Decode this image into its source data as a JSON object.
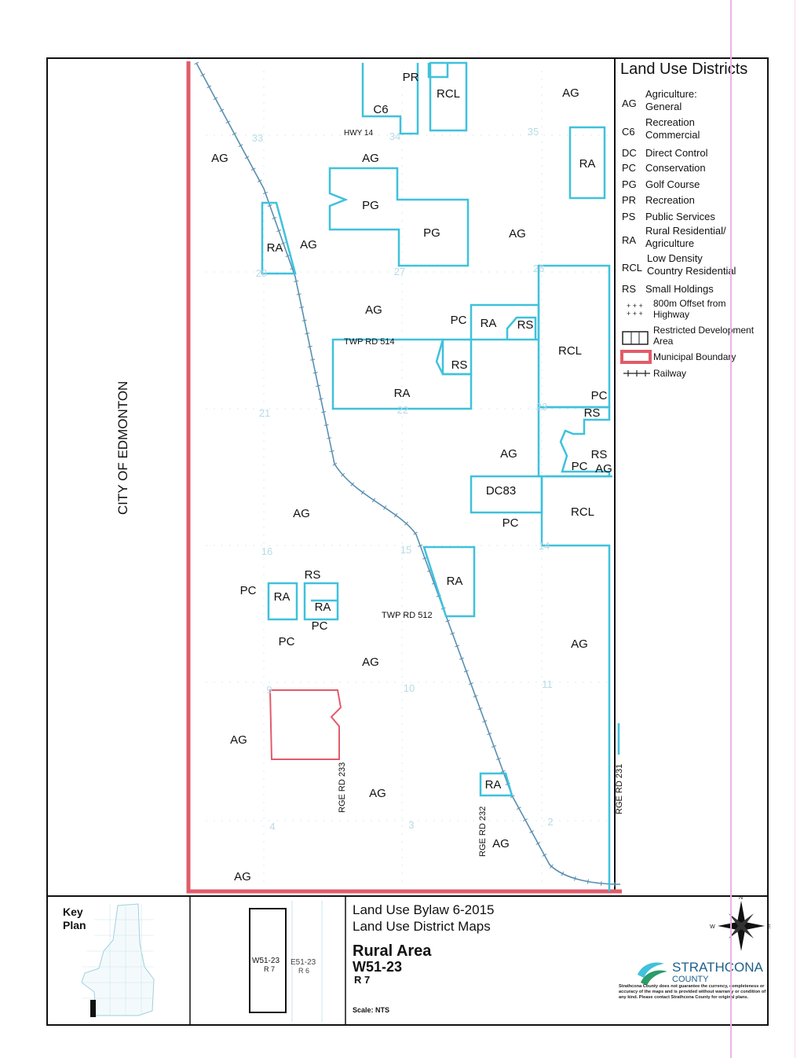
{
  "map": {
    "side_label": "CITY OF EDMONTON",
    "zones": [
      {
        "id": "z-pr",
        "label": "PR"
      },
      {
        "id": "z-rcl-top",
        "label": "RCL"
      },
      {
        "id": "z-c6",
        "label": "C6"
      },
      {
        "id": "z-ag-top-right",
        "label": "AG"
      },
      {
        "id": "z-ra-top-right",
        "label": "RA"
      },
      {
        "id": "z-ag-left-top",
        "label": "AG"
      },
      {
        "id": "z-ag-center-top",
        "label": "AG"
      },
      {
        "id": "z-pg-1",
        "label": "PG"
      },
      {
        "id": "z-pg-2",
        "label": "PG"
      },
      {
        "id": "z-ag-right-mid",
        "label": "AG"
      },
      {
        "id": "z-ra-small",
        "label": "RA"
      },
      {
        "id": "z-ag-small",
        "label": "AG"
      },
      {
        "id": "z-ag-center-mid",
        "label": "AG"
      },
      {
        "id": "z-pc-1",
        "label": "PC"
      },
      {
        "id": "z-ra-2",
        "label": "RA"
      },
      {
        "id": "z-rs-1",
        "label": "RS"
      },
      {
        "id": "z-rcl-mid",
        "label": "RCL"
      },
      {
        "id": "z-rs-2",
        "label": "RS"
      },
      {
        "id": "z-ra-big",
        "label": "RA"
      },
      {
        "id": "z-pc-2",
        "label": "PC"
      },
      {
        "id": "z-rs-3",
        "label": "RS"
      },
      {
        "id": "z-ag-center-low",
        "label": "AG"
      },
      {
        "id": "z-rs-4",
        "label": "RS"
      },
      {
        "id": "z-pc-3",
        "label": "PC"
      },
      {
        "id": "z-ag-tiny",
        "label": "AG"
      },
      {
        "id": "z-dc83",
        "label": "DC83"
      },
      {
        "id": "z-pc-4",
        "label": "PC"
      },
      {
        "id": "z-rcl-low",
        "label": "RCL"
      },
      {
        "id": "z-ag-left-mid",
        "label": "AG"
      },
      {
        "id": "z-ra-mid",
        "label": "RA"
      },
      {
        "id": "z-rs-5",
        "label": "RS"
      },
      {
        "id": "z-pc-5",
        "label": "PC"
      },
      {
        "id": "z-ra-5",
        "label": "RA"
      },
      {
        "id": "z-ra-6",
        "label": "RA"
      },
      {
        "id": "z-pc-6",
        "label": "PC"
      },
      {
        "id": "z-pc-7",
        "label": "PC"
      },
      {
        "id": "z-ag-center-btm",
        "label": "AG"
      },
      {
        "id": "z-ag-right-btm",
        "label": "AG"
      },
      {
        "id": "z-ag-left-btm",
        "label": "AG"
      },
      {
        "id": "z-ra-btm",
        "label": "RA"
      },
      {
        "id": "z-ag-btm-mid",
        "label": "AG"
      },
      {
        "id": "z-ag-btm-right",
        "label": "AG"
      },
      {
        "id": "z-ag-corner",
        "label": "AG"
      }
    ],
    "section_numbers": [
      "33",
      "34",
      "35",
      "28",
      "27",
      "26",
      "21",
      "22",
      "23",
      "16",
      "15",
      "14",
      "9",
      "10",
      "11",
      "4",
      "3",
      "2"
    ],
    "roads": {
      "hwy14": "HWY 14",
      "twp514": "TWP RD 514",
      "twp512": "TWP RD 512",
      "rge233": "RGE RD 233",
      "rge232": "RGE RD 232",
      "rge231": "RGE RD 231"
    }
  },
  "legend": {
    "title": "Land Use Districts",
    "items": [
      {
        "code": "AG",
        "desc": "Agriculture:\nGeneral"
      },
      {
        "code": "C6",
        "desc": "Recreation\nCommercial"
      },
      {
        "code": "DC",
        "desc": "Direct Control"
      },
      {
        "code": "PC",
        "desc": "Conservation"
      },
      {
        "code": "PG",
        "desc": "Golf Course"
      },
      {
        "code": "PR",
        "desc": "Recreation"
      },
      {
        "code": "PS",
        "desc": "Public Services"
      },
      {
        "code": "RA",
        "desc": "Rural Residential/\nAgriculture"
      },
      {
        "code": "RCL",
        "desc": "Low Density\nCountry Residential"
      },
      {
        "code": "RS",
        "desc": "Small Holdings"
      }
    ],
    "symbols": [
      {
        "name": "offset",
        "desc": "800m Offset from\nHighway"
      },
      {
        "name": "restricted",
        "desc": "Restricted Development\nArea"
      },
      {
        "name": "boundary",
        "desc": "Municipal Boundary"
      },
      {
        "name": "railway",
        "desc": "Railway"
      }
    ]
  },
  "footer": {
    "key_plan": "Key\nPlan",
    "mini_w": "W51-23",
    "mini_w_sub": "R 7",
    "mini_e": "E51-23",
    "mini_e_sub": "R 6",
    "bylaw": "Land Use Bylaw 6-2015",
    "maps": "Land Use District Maps",
    "area": "Rural Area",
    "code": "W51-23",
    "range": "R 7",
    "scale": "Scale: NTS",
    "brand": "STRATHCONA",
    "brand_sub": "COUNTY",
    "disclaimer": "Strathcona County does not guarantee the currency, completeness or accuracy of the maps and is provided without warranty or condition of any kind. Please contact Strathcona County for original plans.",
    "compass": {
      "n": "N",
      "e": "E",
      "w": "W"
    }
  },
  "colors": {
    "zone_line": "#3fc1dc",
    "boundary": "#e25b6a",
    "frame": "#111111",
    "faint": "#b8dbe6"
  }
}
